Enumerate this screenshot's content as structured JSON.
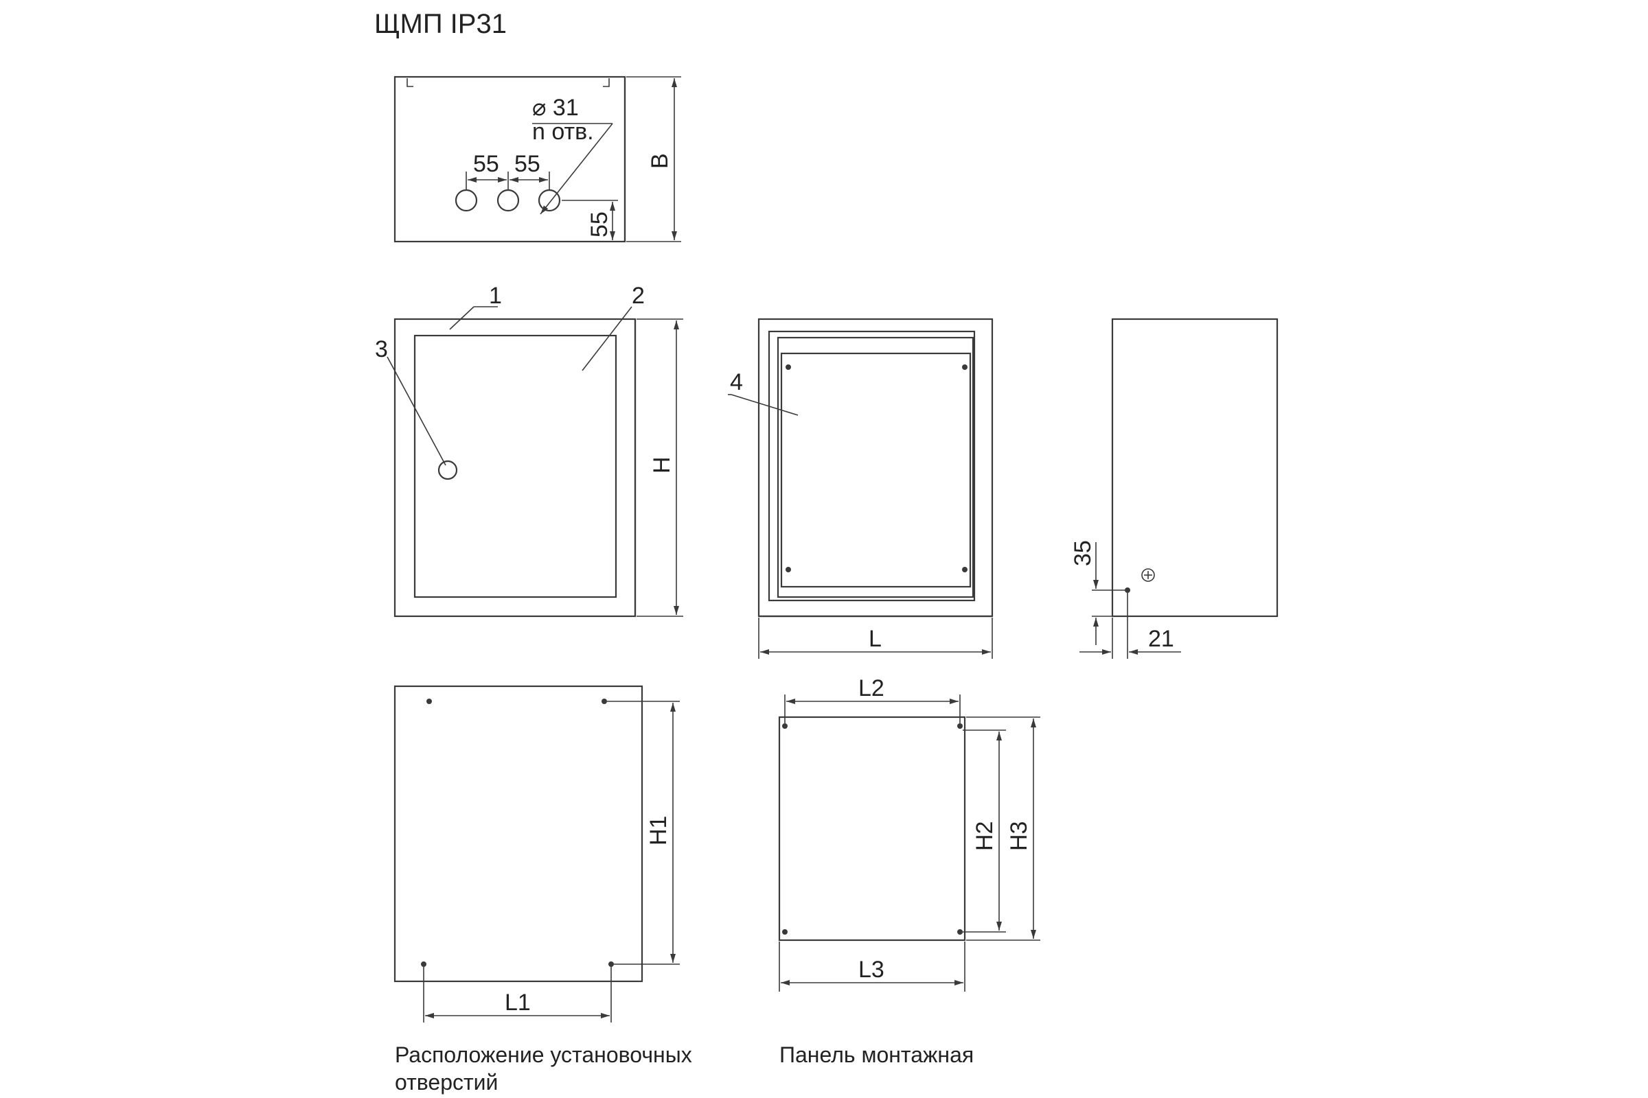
{
  "title": "ЩМП IP31",
  "top_view": {
    "hole_diameter": "⌀ 31",
    "hole_count": "n отв.",
    "spacing_1": "55",
    "spacing_2": "55",
    "edge_offset": "55",
    "depth": "B"
  },
  "front_view": {
    "callout_1": "1",
    "callout_2": "2",
    "callout_3": "3",
    "height": "H"
  },
  "open_view": {
    "callout_4": "4",
    "width": "L"
  },
  "side_view": {
    "offset_v": "35",
    "offset_h": "21"
  },
  "mounting_holes": {
    "width": "L1",
    "height": "H1",
    "caption_line1": "Расположение установочных",
    "caption_line2": "отверстий"
  },
  "mounting_panel": {
    "hole_width": "L2",
    "hole_height": "H2",
    "panel_width": "L3",
    "panel_height": "H3",
    "caption": "Панель монтажная"
  }
}
